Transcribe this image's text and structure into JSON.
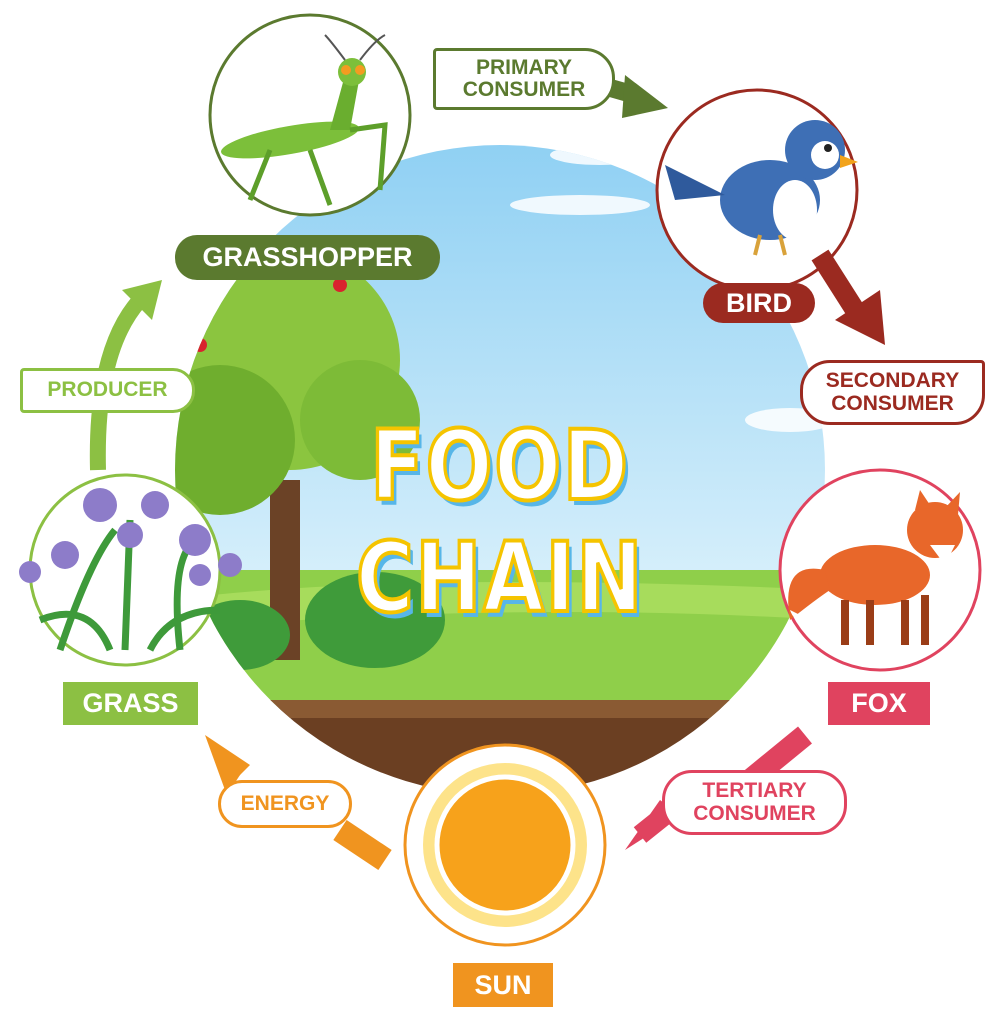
{
  "title": "FOOD CHAIN",
  "nodes": {
    "grasshopper": "GRASSHOPPER",
    "bird": "BIRD",
    "fox": "FOX",
    "sun": "SUN",
    "grass": "GRASS"
  },
  "roles": {
    "primary": "PRIMARY CONSUMER",
    "secondary": "SECONDARY CONSUMER",
    "tertiary": "TERTIARY CONSUMER",
    "energy": "ENERGY",
    "producer": "PRODUCER"
  },
  "colors": {
    "grasshopper": "#5b7a2f",
    "bird": "#9b2a20",
    "fox": "#e0435f",
    "sun": "#f0941f",
    "grass": "#8cc043"
  }
}
